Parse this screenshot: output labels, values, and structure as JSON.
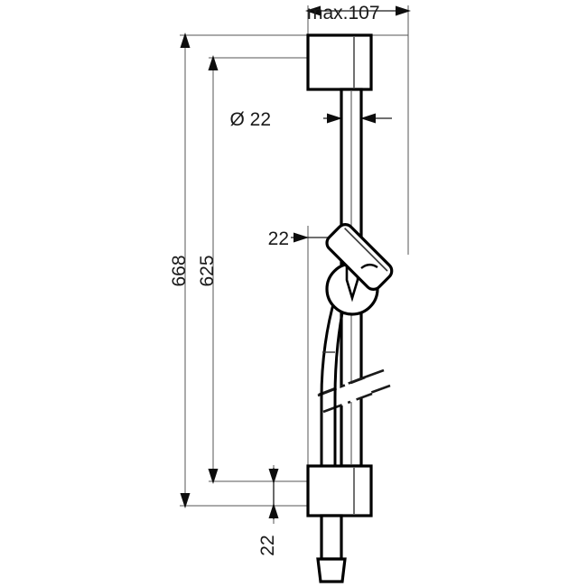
{
  "drawing": {
    "title": "Shower bar set technical dimension drawing",
    "units": "mm",
    "line_color": "#000000",
    "dimension_line_color": "#4d4d4d",
    "text_color": "#1a1a1a",
    "background": "#ffffff"
  },
  "dimensions": {
    "overall_height": "668",
    "bar_height": "625",
    "tube_diameter": "Ø 22",
    "holder_offset": "22",
    "bottom_offset": "22",
    "max_projection": "max.107"
  },
  "labels": {
    "overall_height": "668",
    "bar_height": "625",
    "tube_diameter": "Ø 22",
    "holder_offset": "22",
    "bottom_offset": "22",
    "max_projection": "max.107"
  },
  "parts": {
    "top_bracket": "top-wall-bracket",
    "bottom_bracket": "bottom-wall-bracket",
    "slide_bar": "slide-bar",
    "hand_shower": "hand-shower-head",
    "shower_holder": "shower-holder-ball",
    "hose": "shower-hose",
    "hose_connector": "hose-connector",
    "break_symbol": "break-line-symbol"
  }
}
